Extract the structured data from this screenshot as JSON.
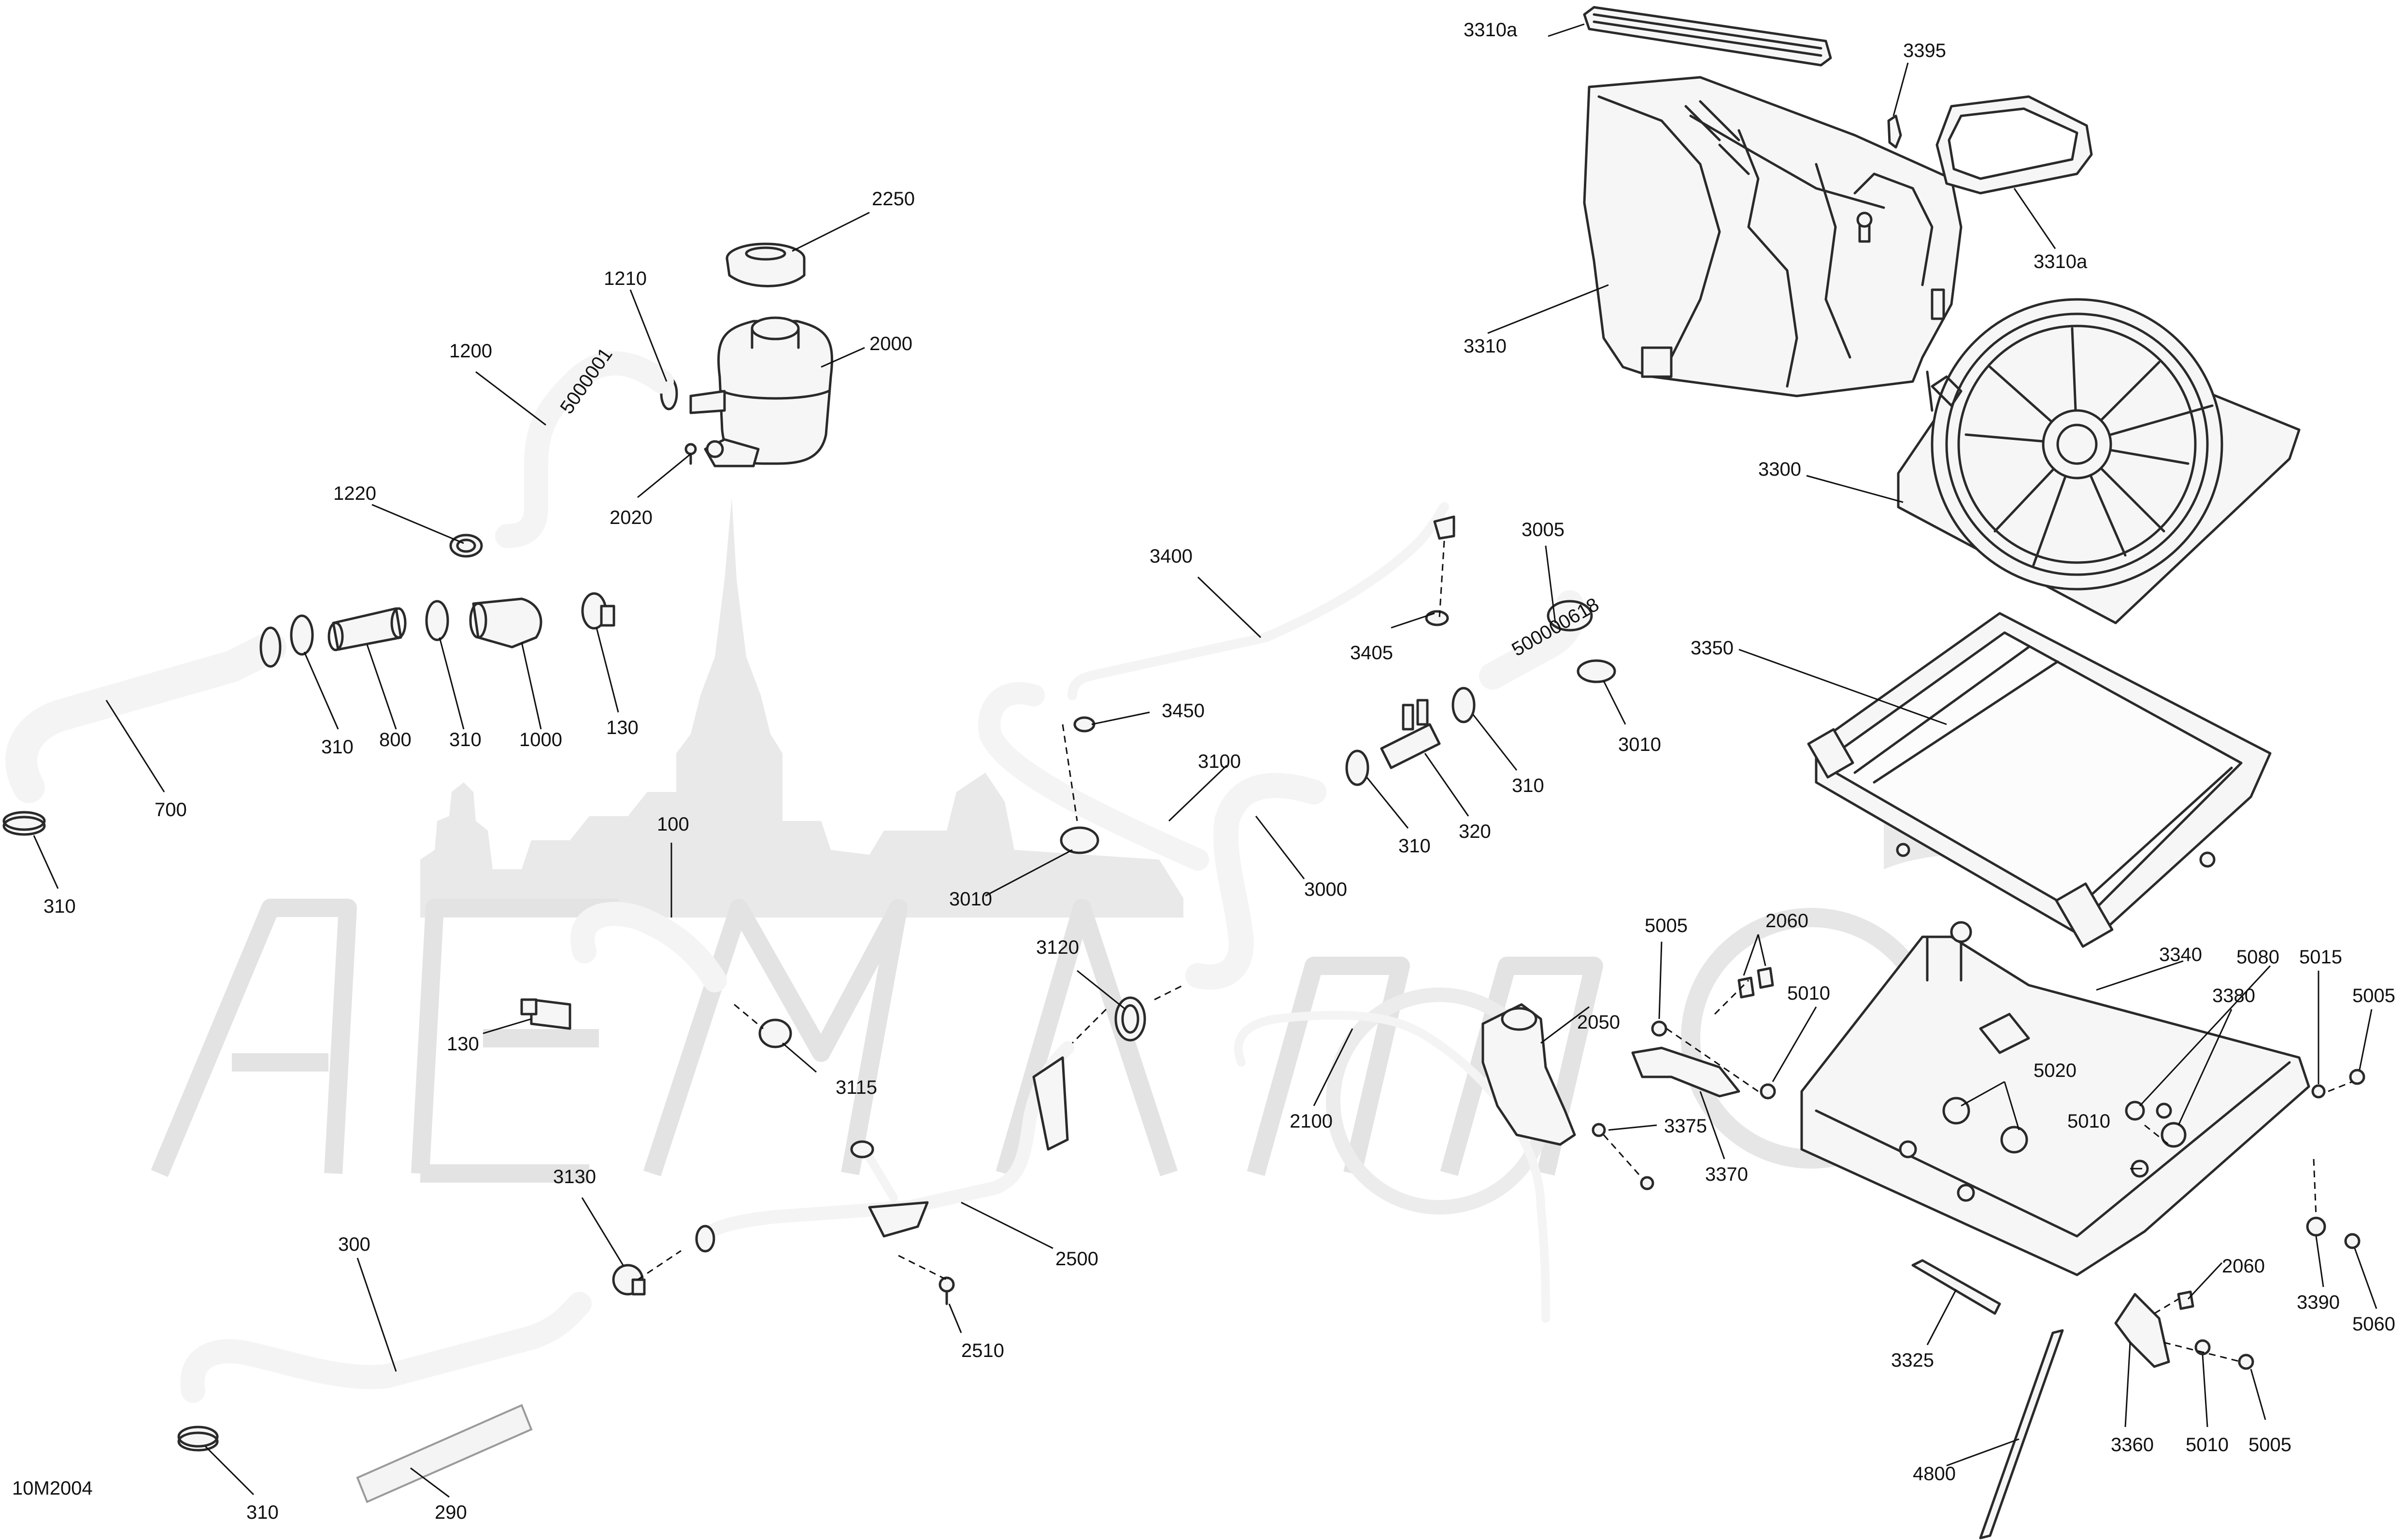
{
  "diagram_ref": "10M2004",
  "callouts": [
    {
      "id": "c-3310a-top",
      "label": "3310a"
    },
    {
      "id": "c-3395",
      "label": "3395"
    },
    {
      "id": "c-3310a-right",
      "label": "3310a"
    },
    {
      "id": "c-2250",
      "label": "2250"
    },
    {
      "id": "c-1210",
      "label": "1210"
    },
    {
      "id": "c-1200",
      "label": "1200"
    },
    {
      "id": "c-2000",
      "label": "2000"
    },
    {
      "id": "c-3310",
      "label": "3310"
    },
    {
      "id": "c-2020",
      "label": "2020"
    },
    {
      "id": "c-1220",
      "label": "1220"
    },
    {
      "id": "c-3300",
      "label": "3300"
    },
    {
      "id": "c-3005",
      "label": "3005"
    },
    {
      "id": "c-3400",
      "label": "3400"
    },
    {
      "id": "c-3405",
      "label": "3405"
    },
    {
      "id": "c-3350",
      "label": "3350"
    },
    {
      "id": "c-310-a",
      "label": "310"
    },
    {
      "id": "c-800",
      "label": "800"
    },
    {
      "id": "c-310-b",
      "label": "310"
    },
    {
      "id": "c-1000",
      "label": "1000"
    },
    {
      "id": "c-130-a",
      "label": "130"
    },
    {
      "id": "c-3450",
      "label": "3450"
    },
    {
      "id": "c-3010-a",
      "label": "3010"
    },
    {
      "id": "c-3100",
      "label": "3100"
    },
    {
      "id": "c-310-c",
      "label": "310"
    },
    {
      "id": "c-700",
      "label": "700"
    },
    {
      "id": "c-320",
      "label": "320"
    },
    {
      "id": "c-310-d",
      "label": "310"
    },
    {
      "id": "c-100",
      "label": "100"
    },
    {
      "id": "c-3000",
      "label": "3000"
    },
    {
      "id": "c-3010-b",
      "label": "3010"
    },
    {
      "id": "c-310-e",
      "label": "310"
    },
    {
      "id": "c-5005-a",
      "label": "5005"
    },
    {
      "id": "c-2060-a",
      "label": "2060"
    },
    {
      "id": "c-3120",
      "label": "3120"
    },
    {
      "id": "c-3340",
      "label": "3340"
    },
    {
      "id": "c-5080",
      "label": "5080"
    },
    {
      "id": "c-5015",
      "label": "5015"
    },
    {
      "id": "c-5005-b",
      "label": "5005"
    },
    {
      "id": "c-5010-a",
      "label": "5010"
    },
    {
      "id": "c-3380",
      "label": "3380"
    },
    {
      "id": "c-130-b",
      "label": "130"
    },
    {
      "id": "c-2050",
      "label": "2050"
    },
    {
      "id": "c-3115",
      "label": "3115"
    },
    {
      "id": "c-5020",
      "label": "5020"
    },
    {
      "id": "c-2100",
      "label": "2100"
    },
    {
      "id": "c-5010-b",
      "label": "5010"
    },
    {
      "id": "c-3375",
      "label": "3375"
    },
    {
      "id": "c-3370",
      "label": "3370"
    },
    {
      "id": "c-3130",
      "label": "3130"
    },
    {
      "id": "c-300",
      "label": "300"
    },
    {
      "id": "c-2500",
      "label": "2500"
    },
    {
      "id": "c-2060-b",
      "label": "2060"
    },
    {
      "id": "c-3390",
      "label": "3390"
    },
    {
      "id": "c-5060",
      "label": "5060"
    },
    {
      "id": "c-2510",
      "label": "2510"
    },
    {
      "id": "c-3325",
      "label": "3325"
    },
    {
      "id": "c-3360",
      "label": "3360"
    },
    {
      "id": "c-5010-c",
      "label": "5010"
    },
    {
      "id": "c-5005-c",
      "label": "5005"
    },
    {
      "id": "c-4800",
      "label": "4800"
    },
    {
      "id": "c-310-f",
      "label": "310"
    },
    {
      "id": "c-290",
      "label": "290"
    }
  ]
}
